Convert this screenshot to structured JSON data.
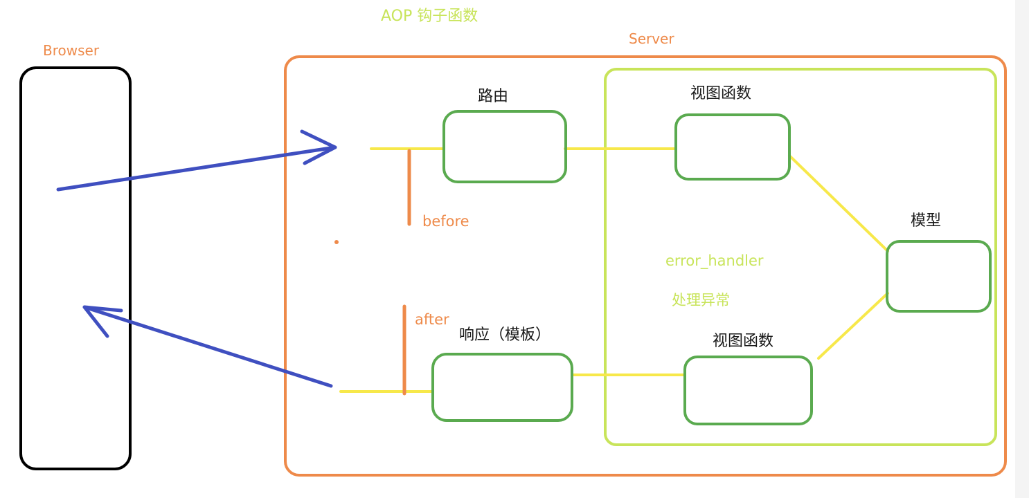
{
  "labels": {
    "aop_title": "AOP  钩子函数",
    "browser": "Browser",
    "server": "Server",
    "routing": "路由",
    "view_top": "视图函数",
    "model": "模型",
    "view_bottom": "视图函数",
    "response": "响应（模板）",
    "before": "before",
    "after": "after",
    "error_handler": "error_handler",
    "handle_exception": "处理异常"
  },
  "colors": {
    "browser_border": "#000000",
    "server_border": "#ee8a4a",
    "inner_border": "#c8e45a",
    "node_border": "#5aaa4f",
    "connector": "#f7e84a",
    "arrow": "#3f4fc0",
    "label_orange": "#ee8a4a",
    "label_lime": "#c8e45a",
    "label_dark": "#1a1a1a"
  }
}
